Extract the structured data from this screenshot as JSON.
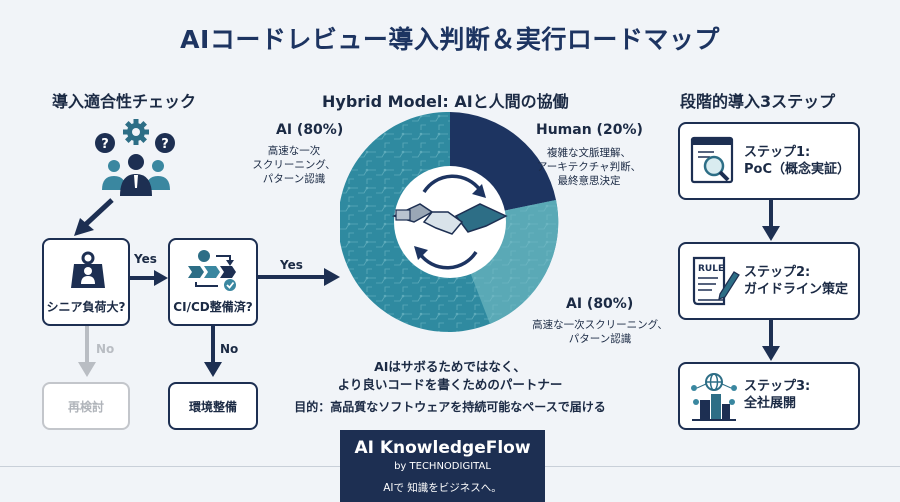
{
  "title": "AIコードレビュー導入判断＆実行ロードマップ",
  "left": {
    "title": "導入適合性チェック",
    "box1_label": "シニア負荷大?",
    "box2_label": "CI/CD整備済?",
    "yes1": "Yes",
    "yes2": "Yes",
    "no1": "No",
    "no2": "No",
    "reconsider": "再検討",
    "env_setup": "環境整備"
  },
  "center": {
    "title": "Hybrid Model: AIと人間の協働",
    "ai_top_title": "AI (80%)",
    "ai_top_desc": [
      "高速な一次",
      "スクリーニング、",
      "パターン認識"
    ],
    "human_title": "Human (20%)",
    "human_desc": [
      "複雑な文脈理解、",
      "アーキテクチャ判断、",
      "最終意思決定"
    ],
    "ai_bottom_title": "AI (80%)",
    "ai_bottom_desc": [
      "高速な一次スクリーニング、",
      "パターン認識"
    ],
    "tagline1": "AIはサボるためではなく、",
    "tagline2": "より良いコードを書くためのパートナー",
    "purpose": "目的：高品質なソフトウェアを持続可能なペースで届ける"
  },
  "right": {
    "title": "段階的導入3ステップ",
    "step1": [
      "ステップ1:",
      "PoC（概念実証）"
    ],
    "step2": [
      "ステップ2:",
      "ガイドライン策定"
    ],
    "step3": [
      "ステップ3:",
      "全社展開"
    ],
    "rule_text": "RULE"
  },
  "brand": {
    "name": "AI KnowledgeFlow",
    "by": "by TECHNODIGITAL",
    "tagline": "AIで 知識をビジネスへ。"
  },
  "colors": {
    "navy": "#1d2f52",
    "teal_dark": "#1f6f86",
    "teal_light": "#5aa9b6",
    "human_navy": "#1d3461",
    "gray": "#b9bdc3"
  },
  "chart_data": {
    "type": "pie",
    "series": [
      {
        "name": "AI",
        "value": 80
      },
      {
        "name": "Human",
        "value": 20
      }
    ]
  }
}
